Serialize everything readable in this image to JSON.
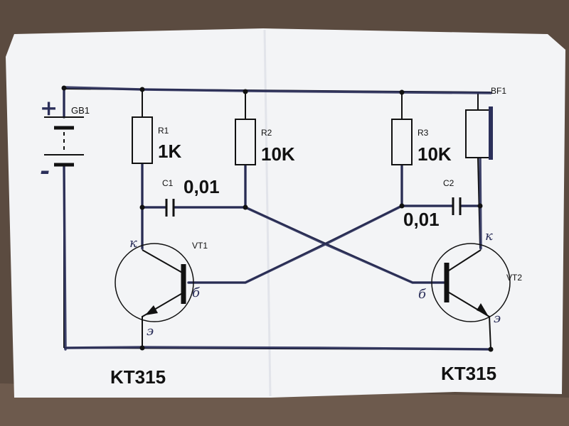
{
  "battery": {
    "label": "GB1",
    "plus": "+",
    "minus": "-"
  },
  "r1": {
    "name": "R1",
    "value": "1K"
  },
  "r2": {
    "name": "R2",
    "value": "10K"
  },
  "r3": {
    "name": "R3",
    "value": "10K"
  },
  "c1": {
    "name": "C1",
    "value": "0,01"
  },
  "c2": {
    "name": "C2",
    "value": "0,01"
  },
  "speaker": {
    "label": "BF1"
  },
  "vt1": {
    "name": "VT1",
    "part": "KT315",
    "collector_mark": "к",
    "base_mark": "б",
    "emitter_mark": "э"
  },
  "vt2": {
    "name": "VT2",
    "part": "KT315",
    "collector_mark": "к",
    "base_mark": "б",
    "emitter_mark": "э"
  },
  "colors": {
    "paper": "#f4f5f7",
    "background": "#5a4a3f",
    "ink": "#111111",
    "pen": "#2b2f5a"
  }
}
